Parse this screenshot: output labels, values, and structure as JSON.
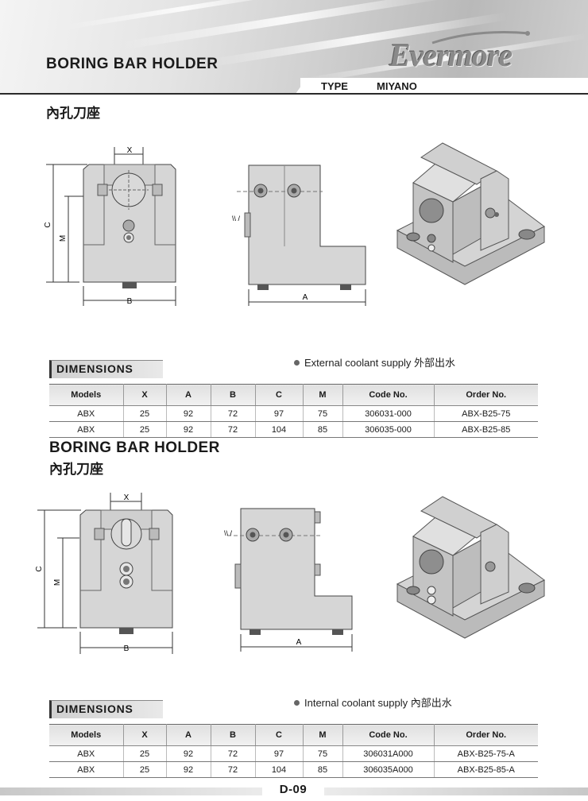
{
  "header": {
    "title": "BORING BAR HOLDER",
    "logo": "Evermore",
    "type_label": "TYPE",
    "type_value": "MIYANO"
  },
  "section1": {
    "subtitle_cn": "內孔刀座",
    "dimensions_label": "DIMENSIONS",
    "note": "External coolant supply 外部出水",
    "dim_labels": {
      "x": "X",
      "c": "C",
      "m": "M",
      "b": "B",
      "a": "A"
    },
    "table": {
      "headers": [
        "Models",
        "X",
        "A",
        "B",
        "C",
        "M",
        "Code No.",
        "Order No."
      ],
      "rows": [
        [
          "ABX",
          "25",
          "92",
          "72",
          "97",
          "75",
          "306031-000",
          "ABX-B25-75"
        ],
        [
          "ABX",
          "25",
          "92",
          "72",
          "104",
          "85",
          "306035-000",
          "ABX-B25-85"
        ]
      ]
    }
  },
  "section2": {
    "title": "BORING BAR HOLDER",
    "subtitle_cn": "內孔刀座",
    "dimensions_label": "DIMENSIONS",
    "note": "Internal coolant supply 內部出水",
    "dim_labels": {
      "x": "X",
      "c": "C",
      "m": "M",
      "b": "B",
      "a": "A"
    },
    "table": {
      "headers": [
        "Models",
        "X",
        "A",
        "B",
        "C",
        "M",
        "Code No.",
        "Order No."
      ],
      "rows": [
        [
          "ABX",
          "25",
          "92",
          "72",
          "97",
          "75",
          "306031A000",
          "ABX-B25-75-A"
        ],
        [
          "ABX",
          "25",
          "92",
          "72",
          "104",
          "85",
          "306035A000",
          "ABX-B25-85-A"
        ]
      ]
    }
  },
  "footer": {
    "page": "D-09"
  }
}
